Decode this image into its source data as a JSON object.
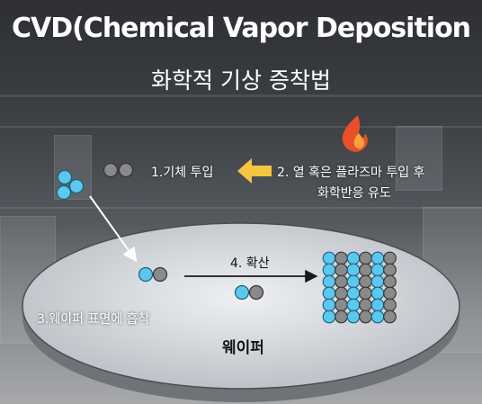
{
  "title": "CVD(Chemical Vapor Deposition",
  "subtitle": "화학적 기상 증착법",
  "steps": {
    "gas_input": "1.기체 투입",
    "plasma_line1": "2. 열 혹은 플라즈마 투입 후",
    "plasma_line2": "화학반응 유도",
    "adsorption": "3.웨이퍼 표면에 흡착",
    "diffusion": "4. 확산"
  },
  "wafer_label": "웨이퍼",
  "colors": {
    "blue_molecule": "#5bc8f0",
    "gray_molecule": "#8a8a8a",
    "arrow_yellow": "#f5c542",
    "flame": "#e8502a"
  },
  "icons": {
    "flame": "flame-icon",
    "arrow": "left-arrow-icon"
  }
}
